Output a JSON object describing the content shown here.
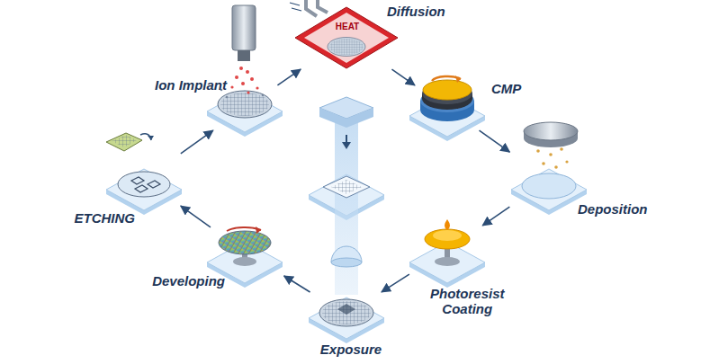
{
  "diagram": {
    "nodes": [
      {
        "text": [
          "Ion Implant"
        ]
      },
      {
        "text": [
          "Diffusion"
        ]
      },
      {
        "text": [
          "CMP"
        ]
      },
      {
        "text": [
          "Deposition"
        ]
      },
      {
        "text": [
          "Photoresist Coating"
        ]
      },
      {
        "text": [
          "Exposure"
        ]
      },
      {
        "text": [
          "Developing"
        ]
      },
      {
        "text": [
          "ETCHING"
        ]
      }
    ],
    "edges": [
      {
        "from": 0,
        "to": 1,
        "arrow": "to"
      },
      {
        "from": 1,
        "to": 2,
        "arrow": "to"
      },
      {
        "from": 2,
        "to": 3,
        "arrow": "to"
      },
      {
        "from": 3,
        "to": 4,
        "arrow": "to"
      },
      {
        "from": 4,
        "to": 5,
        "arrow": "to"
      },
      {
        "from": 5,
        "to": 6,
        "arrow": "to"
      },
      {
        "from": 6,
        "to": 7,
        "arrow": "to"
      },
      {
        "from": 7,
        "to": 0,
        "arrow": "to"
      }
    ],
    "labels": [
      "HEAT"
    ]
  }
}
